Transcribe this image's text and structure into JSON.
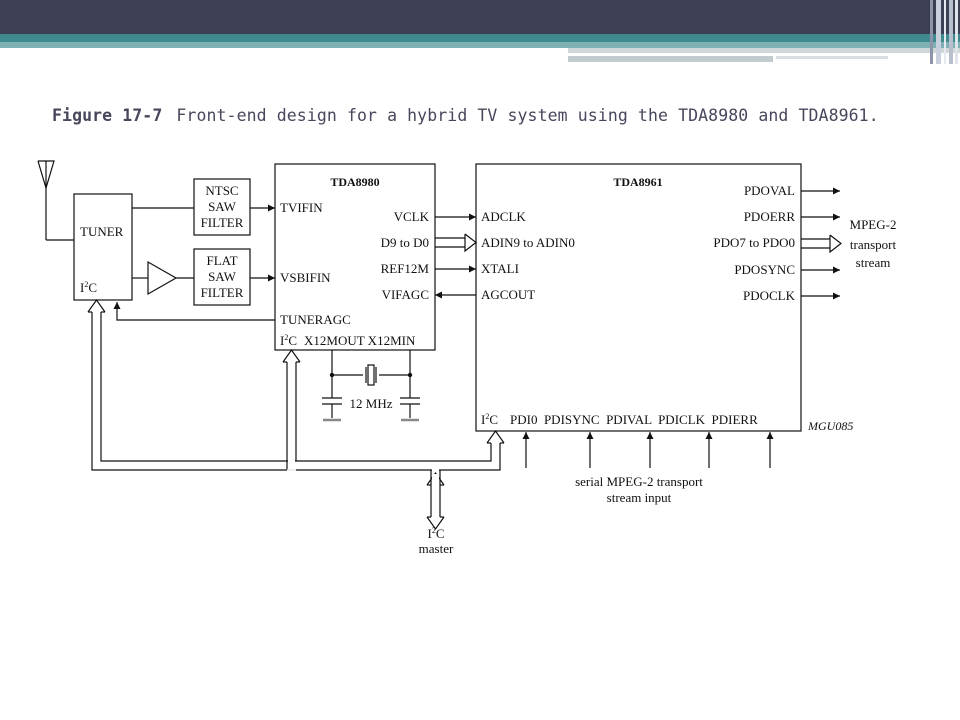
{
  "header": {
    "figure_label": "Figure 17-7",
    "caption": "Front-end design for a hybrid TV system using the TDA8980 and TDA8961."
  },
  "diagram": {
    "tuner": {
      "label": "TUNER",
      "i2c_base": "I",
      "i2c_sup": "2",
      "i2c_tail": "C"
    },
    "ntsc_filter": {
      "line1": "NTSC",
      "line2": "SAW",
      "line3": "FILTER"
    },
    "flat_filter": {
      "line1": "FLAT",
      "line2": "SAW",
      "line3": "FILTER"
    },
    "tda8980": {
      "title": "TDA8980",
      "tvifin": "TVIFIN",
      "vsbifin": "VSBIFIN",
      "tuneragc": "TUNERAGC",
      "vclk": "VCLK",
      "d9_d0": "D9 to D0",
      "ref12m": "REF12M",
      "vifagc": "VIFAGC",
      "bottom_pins": "X12MOUT X12MIN",
      "i2c_base": "I",
      "i2c_sup": "2",
      "i2c_tail": "C"
    },
    "crystal_freq": "12 MHz",
    "tda8961": {
      "title": "TDA8961",
      "adclk": "ADCLK",
      "adin": "ADIN9 to ADIN0",
      "xtali": "XTALI",
      "agcout": "AGCOUT",
      "pdoval": "PDOVAL",
      "pdoerr": "PDOERR",
      "pdo": "PDO7 to PDO0",
      "pdosync": "PDOSYNC",
      "pdoclk": "PDOCLK",
      "bottom_pins": "PDI0  PDISYNC  PDIVAL  PDICLK  PDIERR",
      "i2c_base": "I",
      "i2c_sup": "2",
      "i2c_tail": "C"
    },
    "mpeg_out": {
      "line1": "MPEG-2",
      "line2": "transport",
      "line3": "stream"
    },
    "serial_in": {
      "line1": "serial MPEG-2 transport",
      "line2": "stream input"
    },
    "master": {
      "i2c_base": "I",
      "i2c_sup": "2",
      "i2c_tail": "C",
      "line2": "master"
    },
    "code": "MGU085"
  },
  "colors": {
    "topbar": "#3d3f54",
    "accent": "#3f8a8f",
    "caption": "#47475c"
  }
}
